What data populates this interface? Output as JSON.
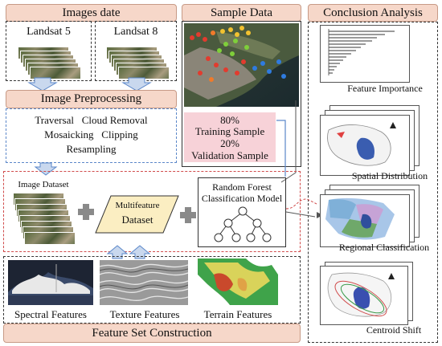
{
  "images_date": {
    "title": "Images date",
    "left_label": "Landsat 5",
    "right_label": "Landsat 8"
  },
  "preprocessing": {
    "title": "Image Preprocessing",
    "lines": [
      "Traversal   Cloud Removal",
      "Mosaicking   Clipping",
      "Resampling"
    ]
  },
  "sample_data": {
    "title": "Sample Data",
    "training_pct": "80%",
    "training_label": "Training Sample",
    "validation_pct": "20%",
    "validation_label": "Validation Sample"
  },
  "model": {
    "image_dataset_label": "Image Dataset",
    "multifeature_line1": "Multifeature",
    "multifeature_line2": "Dataset",
    "rf_line1": "Random Forest",
    "rf_line2": "Classification Model"
  },
  "features": {
    "spectral": "Spectral Features",
    "texture": "Texture Features",
    "terrain": "Terrain Features",
    "title": "Feature Set Construction"
  },
  "conclusion": {
    "title": "Conclusion Analysis",
    "items": [
      "Feature Importance",
      "Spatial Distribution",
      "Regional Classification",
      "Centroid Shift"
    ]
  },
  "colors": {
    "header_fill": "#f6d7c9",
    "pink_box": "#f7d2d8",
    "parallelogram": "#fbeec2",
    "blue_dash": "#5b87c9",
    "red_dash": "#d04b4b"
  }
}
